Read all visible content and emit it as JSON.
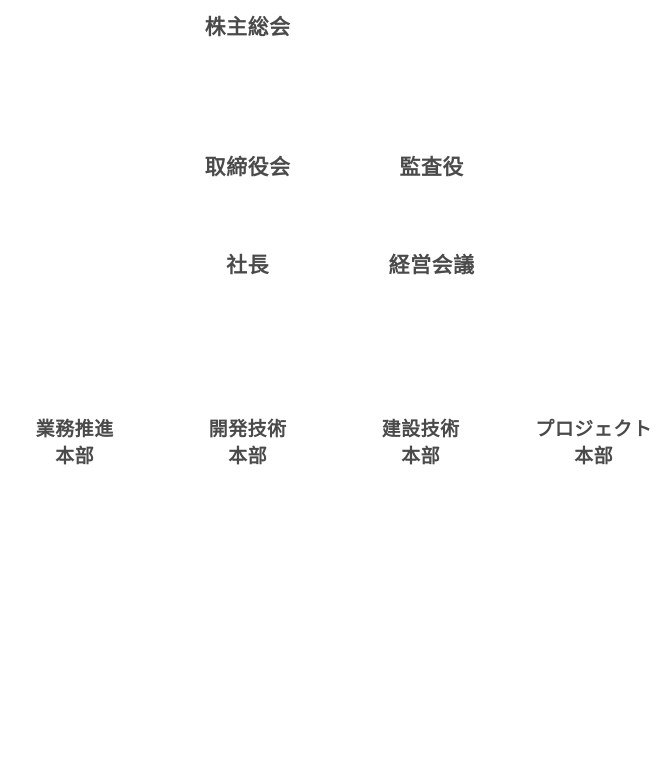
{
  "org_chart": {
    "top": {
      "shareholders_meeting": "株主総会"
    },
    "governance": {
      "board_of_directors": "取締役会",
      "auditor": "監査役"
    },
    "executive": {
      "president": "社長",
      "management_meeting": "経営会議"
    },
    "divisions": [
      {
        "line1": "業務推進",
        "line2": "本部"
      },
      {
        "line1": "開発技術",
        "line2": "本部"
      },
      {
        "line1": "建設技術",
        "line2": "本部"
      },
      {
        "line1": "プロジェクト",
        "line2": "本部"
      }
    ]
  }
}
